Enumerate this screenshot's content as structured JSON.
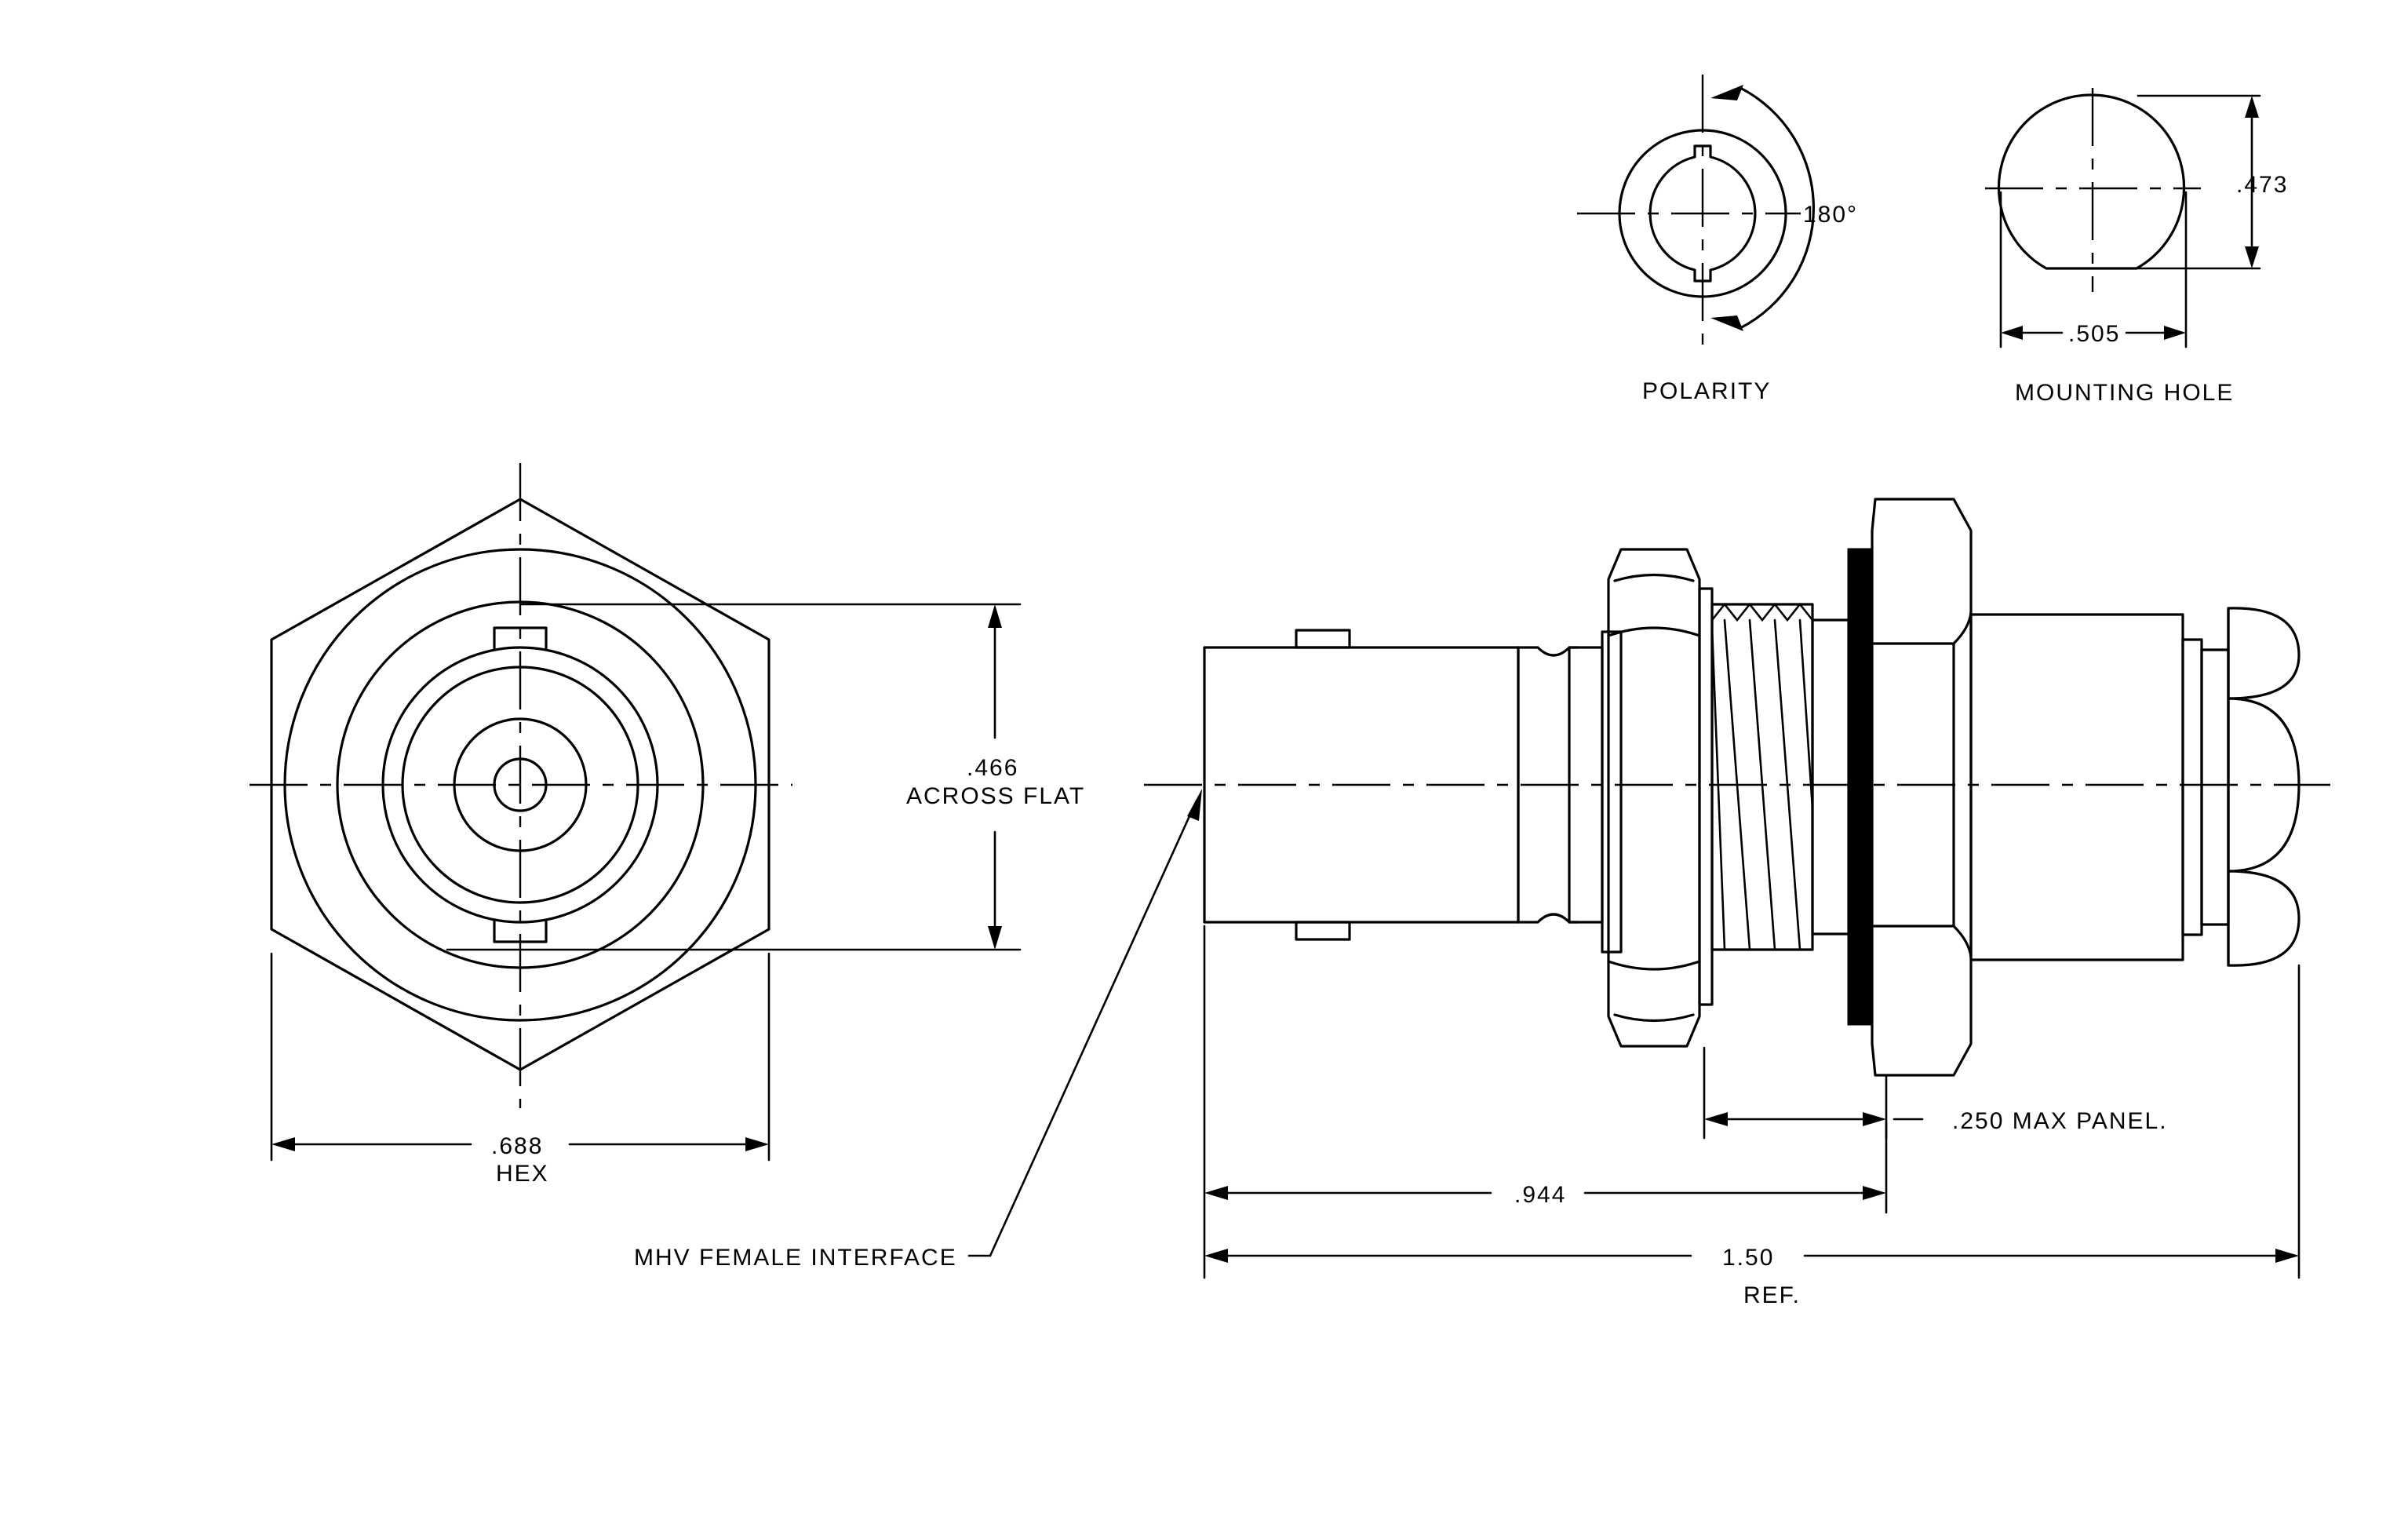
{
  "labels": {
    "polarity": "POLARITY",
    "mounting_hole": "MOUNTING HOLE",
    "angle_180": "180°",
    "dim_473": ".473",
    "dim_505": ".505",
    "dim_466": ".466",
    "across_flat": "ACROSS FLAT",
    "dim_688": ".688",
    "hex": "HEX",
    "max_panel": ".250 MAX PANEL.",
    "dim_944": ".944",
    "dim_150": "1.50",
    "ref": "REF.",
    "interface": "MHV FEMALE INTERFACE"
  },
  "colors": {
    "line": "#000000",
    "background": "#ffffff",
    "gasket": "#000000"
  }
}
